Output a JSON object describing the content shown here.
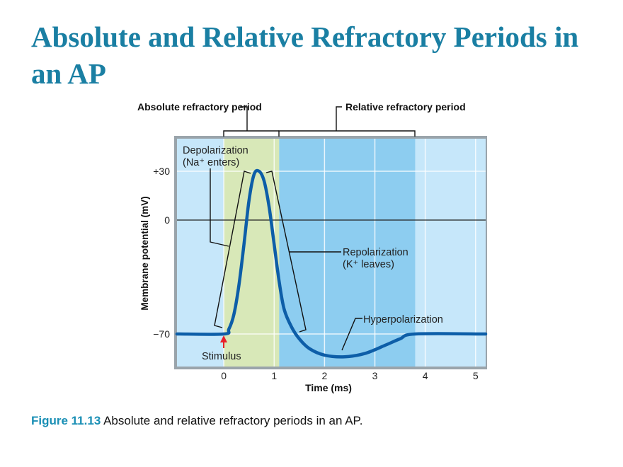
{
  "slide": {
    "title": "Absolute and Relative Refractory Periods in an AP",
    "caption_label": "Figure 11.13",
    "caption_text": "Absolute and relative refractory periods in an AP."
  },
  "chart_data": {
    "type": "line",
    "title": "",
    "xlabel": "Time (ms)",
    "ylabel": "Membrane potential (mV)",
    "xlim": [
      -0.93,
      5.2
    ],
    "ylim": [
      -90,
      50
    ],
    "x_ticks": [
      0,
      1,
      2,
      3,
      4,
      5
    ],
    "y_ticks": [
      30,
      0,
      -70
    ],
    "y_tick_labels": [
      "+30",
      "0",
      "−70"
    ],
    "grid": true,
    "series": [
      {
        "x": [
          -0.93,
          0,
          0.1,
          0.2,
          0.3,
          0.4,
          0.5,
          0.6,
          0.7,
          0.8,
          0.9,
          1.0,
          1.1,
          1.2,
          1.35,
          1.5,
          1.7,
          2.0,
          2.4,
          2.8,
          3.2,
          3.5,
          3.8,
          5.2
        ],
        "y": [
          -70,
          -70,
          -67,
          -58,
          -40,
          -15,
          12,
          28,
          30,
          24,
          8,
          -15,
          -38,
          -55,
          -66,
          -73,
          -79,
          -83,
          -84,
          -82,
          -77,
          -73,
          -70,
          -70
        ],
        "color": "#0d5ea8"
      }
    ],
    "regions": [
      {
        "label": "Absolute refractory period",
        "x": [
          0,
          1.1
        ],
        "color": "#d8e8b8"
      },
      {
        "label": "Relative refractory period",
        "x": [
          1.1,
          3.8
        ],
        "color": "#8dcdf0"
      }
    ],
    "annotations": {
      "absolute": "Absolute refractory period",
      "relative": "Relative refractory period",
      "depolarization": [
        "Depolarization",
        "(Na⁺ enters)"
      ],
      "repolarization": [
        "Repolarization",
        "(K⁺ leaves)"
      ],
      "hyperpolarization": "Hyperpolarization",
      "stimulus": "Stimulus"
    },
    "colors": {
      "background": "#c6e7fa",
      "stimulus_arrow": "#e8202a",
      "title": "#1a7fa3"
    }
  }
}
